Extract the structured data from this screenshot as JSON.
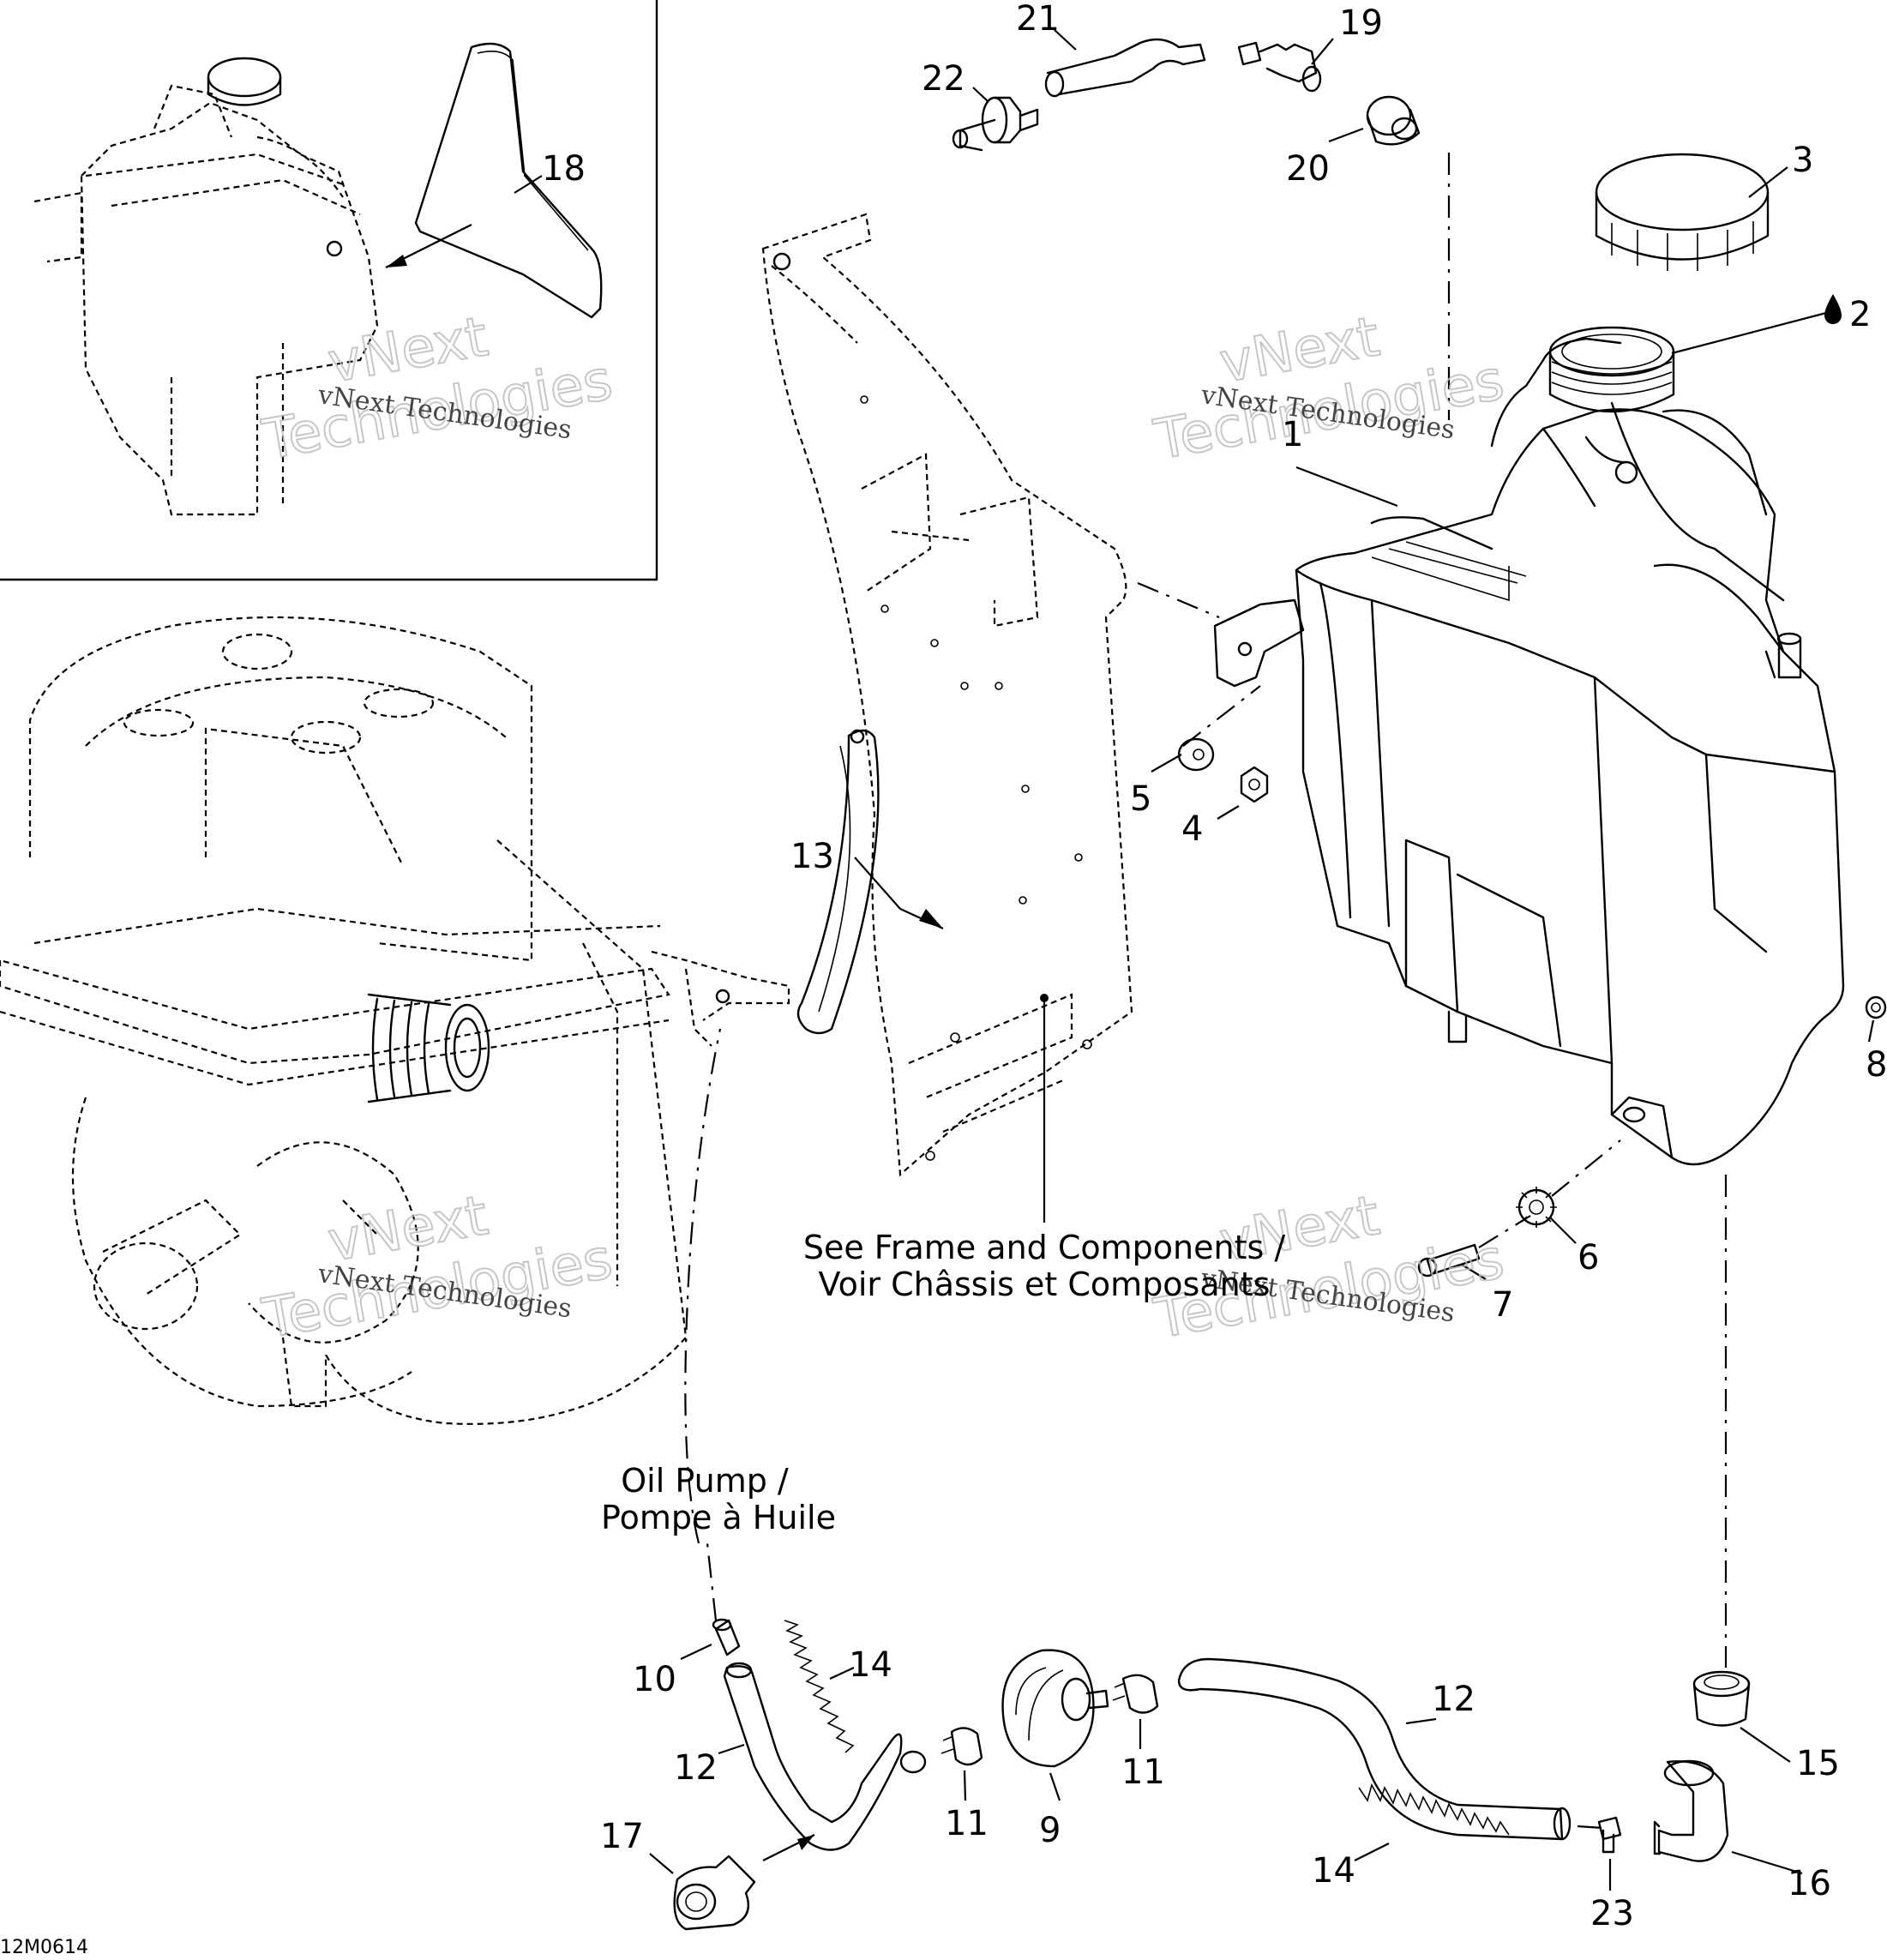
{
  "diagram": {
    "figure_code": "12M0614",
    "watermark": {
      "line1": "vNext",
      "line2": "Technologies"
    },
    "notes": {
      "frame": {
        "line1": "See Frame and Components /",
        "line2": "Voir Châssis et Composants"
      },
      "oil_pump": {
        "line1": "Oil Pump /",
        "line2": "Pompe à Huile"
      }
    },
    "callouts": {
      "p1": "1",
      "p2": "2",
      "p3": "3",
      "p4": "4",
      "p5": "5",
      "p6": "6",
      "p7": "7",
      "p8": "8",
      "p9": "9",
      "p10": "10",
      "p11a": "11",
      "p11b": "11",
      "p12a": "12",
      "p12b": "12",
      "p13": "13",
      "p14a": "14",
      "p14b": "14",
      "p15": "15",
      "p16": "16",
      "p17": "17",
      "p18": "18",
      "p19": "19",
      "p20": "20",
      "p21": "21",
      "p22": "22",
      "p23": "23"
    }
  }
}
